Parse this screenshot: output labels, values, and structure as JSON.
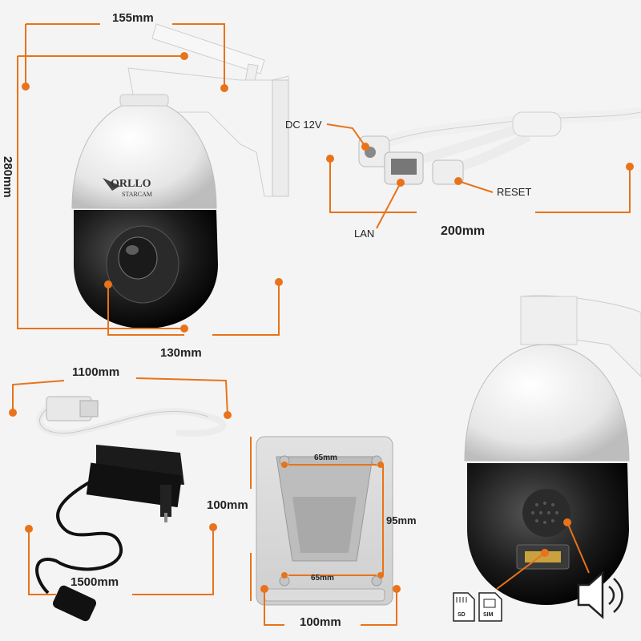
{
  "dimensions": {
    "top_width": "155mm",
    "height": "280mm",
    "dome_width": "130mm",
    "cable_length": "200mm",
    "lan_cable_length": "1100mm",
    "power_cable_length": "1500mm",
    "box_height": "100mm",
    "box_width": "100mm",
    "hole_spacing_top": "65mm",
    "hole_spacing_bottom": "65mm",
    "hole_spacing_vertical": "95mm"
  },
  "connectors": {
    "dc": "DC 12V",
    "lan": "LAN",
    "reset": "RESET"
  },
  "brand": {
    "name": "ORLLO",
    "sub": "STARCAM"
  },
  "cards": {
    "sd": "SD",
    "sim": "SIM"
  },
  "colors": {
    "accent": "#e8731a",
    "background": "#f4f4f4"
  },
  "icons": [
    "sd-card-icon",
    "sim-card-icon",
    "speaker-icon"
  ]
}
